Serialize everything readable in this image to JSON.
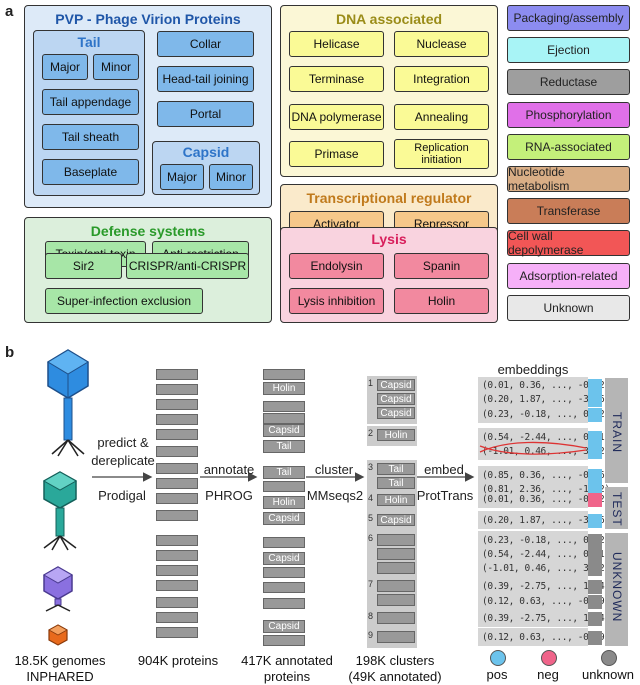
{
  "panel_a": "a",
  "panel_b": "b",
  "pvp": {
    "title": "PVP - Phage Virion Proteins",
    "tail_title": "Tail",
    "tail_items": [
      "Major",
      "Minor",
      "Tail appendage",
      "Tail sheath",
      "Baseplate"
    ],
    "other_items": [
      "Collar",
      "Head-tail joining",
      "Portal"
    ],
    "capsid_title": "Capsid",
    "capsid_items": [
      "Major",
      "Minor"
    ]
  },
  "dna": {
    "title": "DNA associated",
    "items": [
      "Helicase",
      "Nuclease",
      "Terminase",
      "Integration",
      "DNA polymerase",
      "Annealing",
      "Primase",
      "Replication initiation"
    ]
  },
  "transcriptional": {
    "title": "Transcriptional regulator",
    "items": [
      "Activator",
      "Repressor"
    ]
  },
  "defense": {
    "title": "Defense systems",
    "items": [
      "Toxin/anti-toxin",
      "Anti-restriction",
      "Sir2",
      "CRISPR/anti-CRISPR",
      "Super-infection exclusion"
    ]
  },
  "lysis": {
    "title": "Lysis",
    "items": [
      "Endolysin",
      "Spanin",
      "Lysis inhibition",
      "Holin"
    ]
  },
  "categories": [
    {
      "label": "Packaging/assembly",
      "color": "#8c8cf0"
    },
    {
      "label": "Ejection",
      "color": "#a8f4f6"
    },
    {
      "label": "Reductase",
      "color": "#9e9e9e"
    },
    {
      "label": "Phosphorylation",
      "color": "#e070e8"
    },
    {
      "label": "RNA-associated",
      "color": "#c4f07a"
    },
    {
      "label": "Nucleotide metabolism",
      "color": "#d9ae86"
    },
    {
      "label": "Transferase",
      "color": "#c97d58"
    },
    {
      "label": "Cell wall depolymerase",
      "color": "#f25656"
    },
    {
      "label": "Adsorption-related",
      "color": "#f6b0f8"
    },
    {
      "label": "Unknown",
      "color": "#e8e8e8"
    }
  ],
  "pipeline": {
    "step1_top": "predict &",
    "step1_mid": "dereplicate",
    "step1_tool": "Prodigal",
    "step2_top": "annotate",
    "step2_tool": "PHROG",
    "step3_top": "cluster",
    "step3_tool": "MMseqs2",
    "step4_top": "embed",
    "step4_tool": "ProtTrans",
    "embeddings_title": "embeddings"
  },
  "annotated_labels": [
    "Holin",
    "Capsid",
    "Tail",
    "Tail",
    "Holin",
    "Capsid",
    "Capsid",
    "Capsid"
  ],
  "clusters": [
    {
      "num": "1",
      "labels": [
        "Capsid",
        "Capsid",
        "Capsid"
      ]
    },
    {
      "num": "2",
      "labels": [
        "Holin"
      ]
    },
    {
      "num": "3",
      "labels": [
        "Tail",
        "Tail"
      ]
    },
    {
      "num": "4",
      "labels": [
        "Holin"
      ]
    },
    {
      "num": "5",
      "labels": [
        "Capsid"
      ]
    },
    {
      "num": "6",
      "labels": []
    },
    {
      "num": "7",
      "labels": []
    },
    {
      "num": "8",
      "labels": []
    },
    {
      "num": "9",
      "labels": []
    }
  ],
  "embeddings": [
    "(0.01, 0.36, ..., -0.12)",
    "(0.20, 1.87, ..., -3.76)",
    "(0.23, -0.18, ..., 0.92)",
    "(0.54, -2.44, ..., 0.91)",
    "(-1.01, 0.46, ..., 3.12)",
    "(0.85, 0.36, ..., -0.16)",
    "(0.81, 2.36, ..., -1.12)",
    "(0.01, 0.36, ..., -0.12)",
    "(0.20, 1.87, ..., -3.76)",
    "(0.23, -0.18, ..., 0.92)",
    "(0.54, -2.44, ..., 0.91)",
    "(-1.01, 0.46, ..., 3.12)",
    "(0.39, -2.75, ..., 1.74)",
    "(0.12, 0.63, ..., -0.29)",
    "(0.39, -2.75, ..., 1.74)",
    "(0.12, 0.63, ..., -0.29)"
  ],
  "split_labels": {
    "train": "TRAIN",
    "test": "TEST",
    "unknown": "UNKNOWN"
  },
  "bottom": {
    "genomes_1": "18.5K genomes",
    "genomes_2": "INPHARED",
    "proteins": "904K proteins",
    "annotated_1": "417K annotated",
    "annotated_2": "proteins",
    "clusters_1": "198K clusters",
    "clusters_2": "(49K annotated)"
  },
  "legend": [
    {
      "label": "pos",
      "color": "#6cc3ec"
    },
    {
      "label": "neg",
      "color": "#f0648a"
    },
    {
      "label": "unknown",
      "color": "#8a8a8a"
    }
  ]
}
